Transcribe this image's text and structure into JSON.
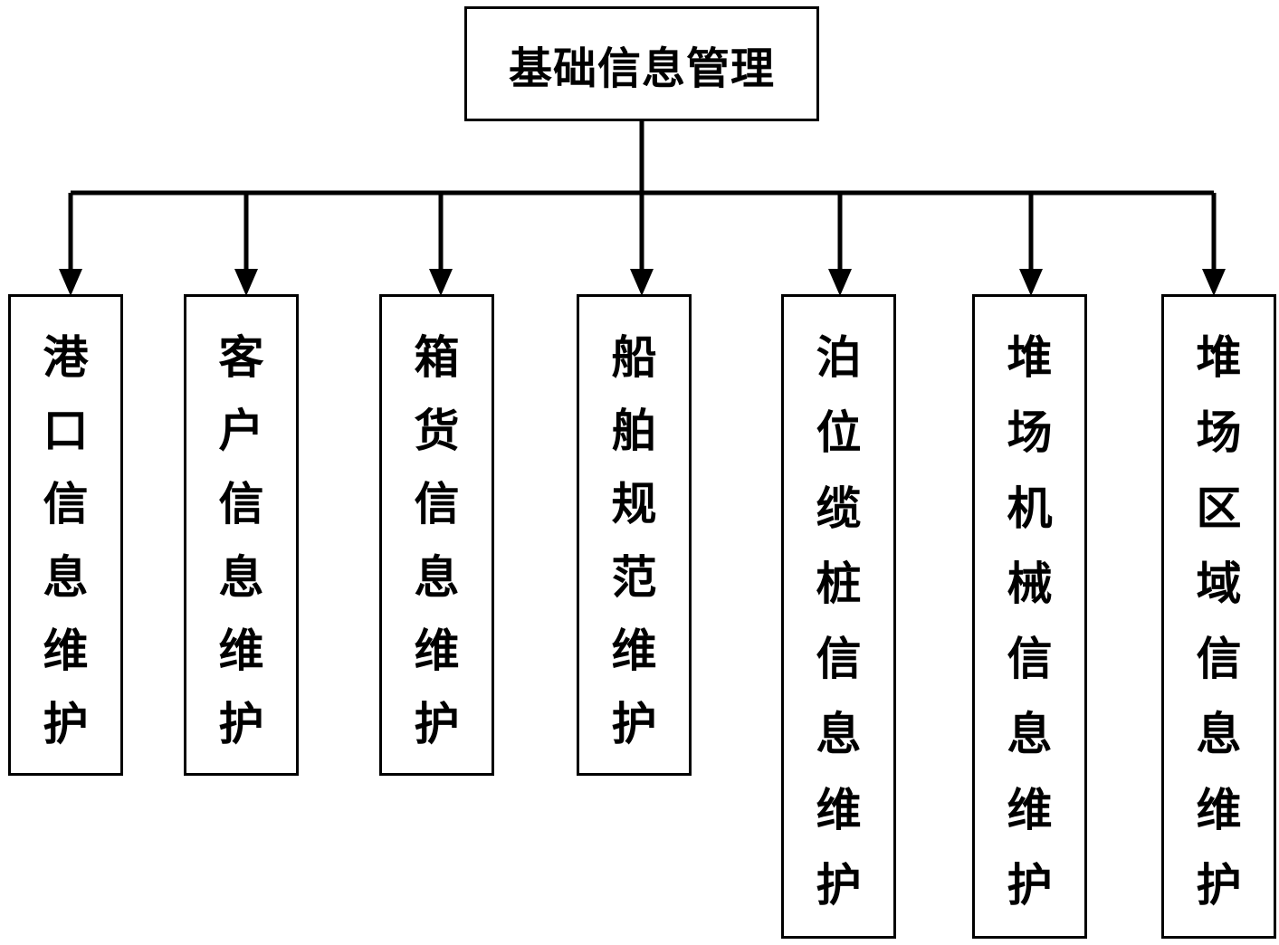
{
  "diagram": {
    "root": {
      "label": "基础信息管理"
    },
    "children": [
      {
        "id": "port-info",
        "label": "港口信息维护"
      },
      {
        "id": "customer-info",
        "label": "客户信息维护"
      },
      {
        "id": "cargo-info",
        "label": "箱货信息维护"
      },
      {
        "id": "ship-spec",
        "label": "船舶规范维护"
      },
      {
        "id": "berth-bollard-info",
        "label": "泊位缆桩信息维护"
      },
      {
        "id": "yard-machinery-info",
        "label": "堆场机械信息维护"
      },
      {
        "id": "yard-area-info",
        "label": "堆场区域信息维护"
      }
    ],
    "colors": {
      "line": "#000000",
      "box_border": "#000000",
      "text": "#000000",
      "background": "#ffffff"
    }
  }
}
